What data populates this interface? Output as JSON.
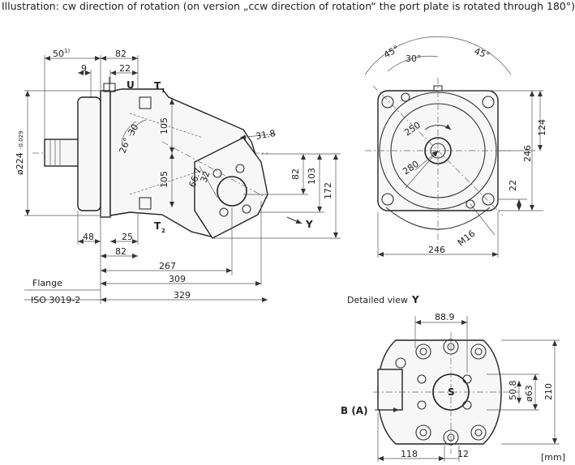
{
  "caption": "Illustration: cw direction of rotation (on version „ccw direction of rotation“ the port plate is rotated through 180°)",
  "units": "[mm]",
  "detail_title": "Detailed view",
  "detail_letter": "Y",
  "labels": {
    "flange": "Flange",
    "iso": "ISO 3019-2",
    "port_u": "U",
    "port_t1": "T",
    "port_t1_sub": "1",
    "port_t2": "T",
    "port_t2_sub": "2",
    "view_y": "Y",
    "port_s": "S",
    "port_b": "B (A)"
  },
  "dims_side": {
    "d50": "50",
    "d50_sup": "1)",
    "d82_top": "82",
    "d9": "9",
    "d22": "22",
    "d105a": "105",
    "d105b": "105",
    "a26": "26°",
    "a30": "30",
    "d31_8": "31.8",
    "d66_7": "66.7",
    "d32": "32",
    "d82_r": "82",
    "d103": "103",
    "d172": "172",
    "d224": "ø224",
    "d224_tol": "-0.029",
    "d48": "48",
    "d25": "25",
    "d82_b": "82",
    "d267": "267",
    "d309": "309",
    "d329": "329"
  },
  "dims_front": {
    "a45l": "45°",
    "a30": "30°",
    "a45r": "45°",
    "d250": "250",
    "d280": "280",
    "d124": "124",
    "d246v": "246",
    "d22": "22",
    "m16": "M16",
    "d246h": "246"
  },
  "dims_detail": {
    "d88_9": "88.9",
    "d50_8": "50.8",
    "d63": "ø63",
    "d210": "210",
    "d118": "118",
    "d12": "12"
  }
}
